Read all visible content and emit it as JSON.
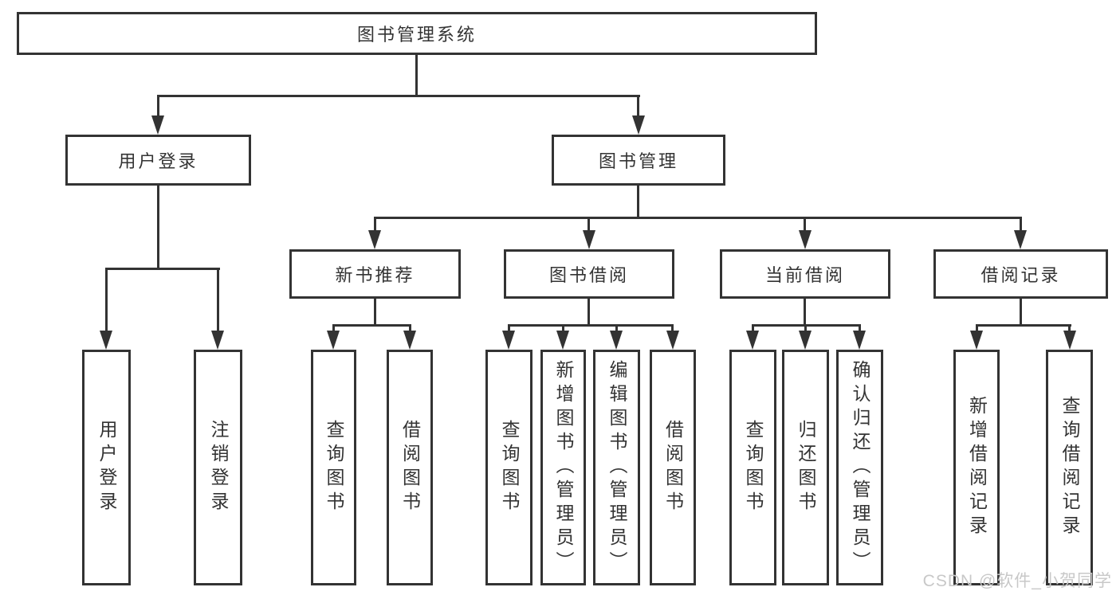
{
  "tree": {
    "label": "图书管理系统",
    "children": [
      {
        "label": "用户登录",
        "children": [
          {
            "label": "用户登录"
          },
          {
            "label": "注销登录"
          }
        ]
      },
      {
        "label": "图书管理",
        "children": [
          {
            "label": "新书推荐",
            "children": [
              {
                "label": "查询图书"
              },
              {
                "label": "借阅图书"
              }
            ]
          },
          {
            "label": "图书借阅",
            "children": [
              {
                "label": "查询图书"
              },
              {
                "label": "新增图书（管理员）"
              },
              {
                "label": "编辑图书（管理员）"
              },
              {
                "label": "借阅图书"
              }
            ]
          },
          {
            "label": "当前借阅",
            "children": [
              {
                "label": "查询图书"
              },
              {
                "label": "归还图书"
              },
              {
                "label": "确认归还（管理员）"
              }
            ]
          },
          {
            "label": "借阅记录",
            "children": [
              {
                "label": "新增借阅记录"
              },
              {
                "label": "查询借阅记录"
              }
            ]
          }
        ]
      }
    ]
  },
  "watermark": {
    "text": "CSDN @软件_小贺同学"
  },
  "colors": {
    "line": "#333333",
    "box_border": "#333333",
    "text": "#333333",
    "watermark": "#c8c8c8",
    "background": "#ffffff"
  }
}
